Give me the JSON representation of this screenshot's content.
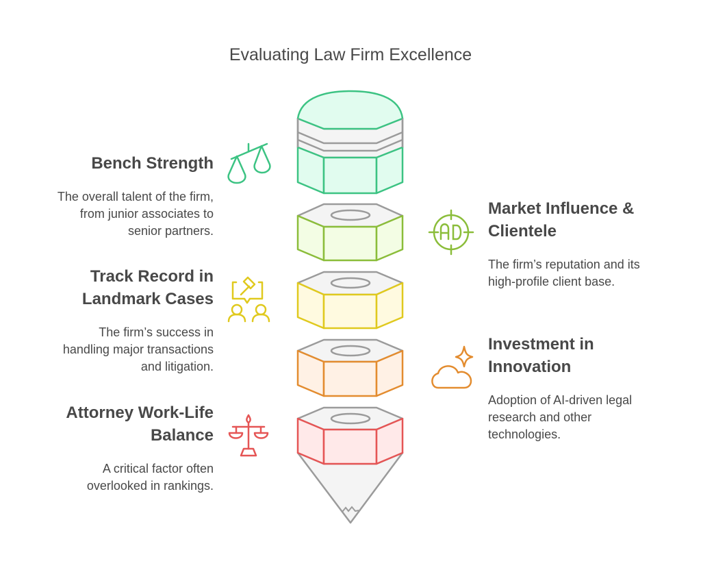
{
  "title": "Evaluating Law Firm Excellence",
  "colors": {
    "text": "#484848",
    "outline_gray": "#9b9b9b",
    "band_fill": "#f4f4f4",
    "green": "#3cc383",
    "green_fill": "#e1fcef",
    "lime": "#8bbd3a",
    "lime_fill": "#f3fde4",
    "yellow": "#e0c91e",
    "yellow_fill": "#fffae0",
    "orange": "#e38c2f",
    "orange_fill": "#fff1e5",
    "red": "#e55555",
    "red_fill": "#ffe9e9"
  },
  "items": [
    {
      "heading": "Bench Strength",
      "description_lines": [
        "The overall talent of the firm,",
        "from junior associates to",
        "senior partners."
      ],
      "icon": "scales-tilted-icon",
      "side": "left",
      "color": "green"
    },
    {
      "heading_lines": [
        "Market Influence &",
        "Clientele"
      ],
      "description_lines": [
        "The firm’s reputation and its",
        "high-profile client base."
      ],
      "icon": "ad-target-icon",
      "side": "right",
      "color": "lime"
    },
    {
      "heading_lines": [
        "Track Record in",
        "Landmark Cases"
      ],
      "description_lines": [
        "The firm’s success in",
        "handling major transactions",
        "and litigation."
      ],
      "icon": "gavel-people-icon",
      "side": "left",
      "color": "yellow"
    },
    {
      "heading_lines": [
        "Investment in",
        "Innovation"
      ],
      "description_lines": [
        "Adoption of AI-driven legal",
        "research and other",
        "technologies."
      ],
      "icon": "cloud-sparkle-icon",
      "side": "right",
      "color": "orange"
    },
    {
      "heading_lines": [
        "Attorney Work-Life",
        "Balance"
      ],
      "description_lines": [
        "A critical factor often",
        "overlooked in rankings."
      ],
      "icon": "balance-scale-icon",
      "side": "left",
      "color": "red"
    }
  ]
}
